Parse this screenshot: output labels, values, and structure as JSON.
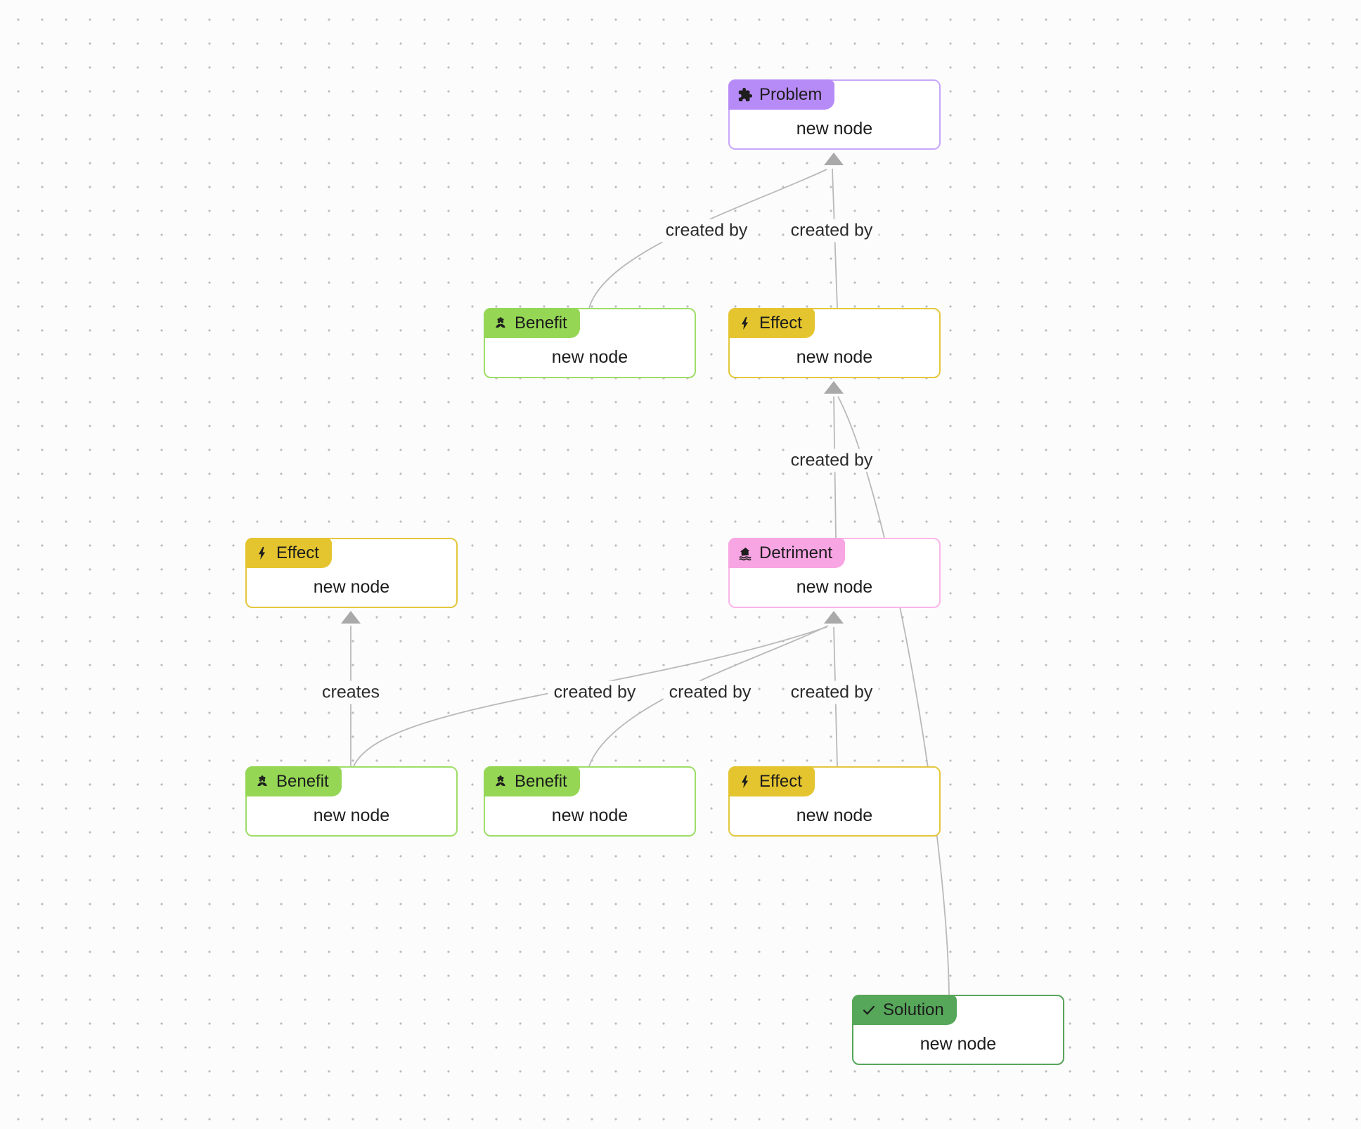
{
  "canvas": {
    "background": "#fcfcfc",
    "dot_color": "#bdbdbd"
  },
  "palette": {
    "problem_badge": "#b78bf7",
    "problem_border": "#c7a7fa",
    "benefit_badge": "#95d755",
    "benefit_border": "#9fdd68",
    "effect_badge": "#e4c52f",
    "effect_border": "#e3c73d",
    "detriment_badge": "#f8a5e3",
    "detriment_border": "#fab6ea",
    "solution_badge": "#56a75a",
    "solution_border": "#57a55b",
    "edge_line": "#b9b9b9",
    "edge_arrow": "#a9a9a9",
    "edge_label_text": "#2b2b2b"
  },
  "nodes": [
    {
      "id": "problem-1",
      "type": "Problem",
      "icon": "puzzle-icon",
      "title": "new node"
    },
    {
      "id": "benefit-upper",
      "type": "Benefit",
      "icon": "flower-icon",
      "title": "new node"
    },
    {
      "id": "effect-upper",
      "type": "Effect",
      "icon": "lightning-icon",
      "title": "new node"
    },
    {
      "id": "effect-left",
      "type": "Effect",
      "icon": "lightning-icon",
      "title": "new node"
    },
    {
      "id": "detriment-1",
      "type": "Detriment",
      "icon": "flood-icon",
      "title": "new node"
    },
    {
      "id": "benefit-lower-left",
      "type": "Benefit",
      "icon": "flower-icon",
      "title": "new node"
    },
    {
      "id": "benefit-lower-middle",
      "type": "Benefit",
      "icon": "flower-icon",
      "title": "new node"
    },
    {
      "id": "effect-lower",
      "type": "Effect",
      "icon": "lightning-icon",
      "title": "new node"
    },
    {
      "id": "solution-1",
      "type": "Solution",
      "icon": "check-icon",
      "title": "new node"
    }
  ],
  "edges": [
    {
      "from": "benefit-upper",
      "to": "problem-1",
      "label": "created by"
    },
    {
      "from": "effect-upper",
      "to": "problem-1",
      "label": "created by"
    },
    {
      "from": "detriment-1",
      "to": "effect-upper",
      "label": "created by"
    },
    {
      "from": "solution-1",
      "to": "effect-upper",
      "label": ""
    },
    {
      "from": "benefit-lower-left",
      "to": "effect-left",
      "label": "creates"
    },
    {
      "from": "benefit-lower-left",
      "to": "detriment-1",
      "label": "created by"
    },
    {
      "from": "benefit-lower-middle",
      "to": "detriment-1",
      "label": "created by"
    },
    {
      "from": "effect-lower",
      "to": "detriment-1",
      "label": "created by"
    }
  ]
}
